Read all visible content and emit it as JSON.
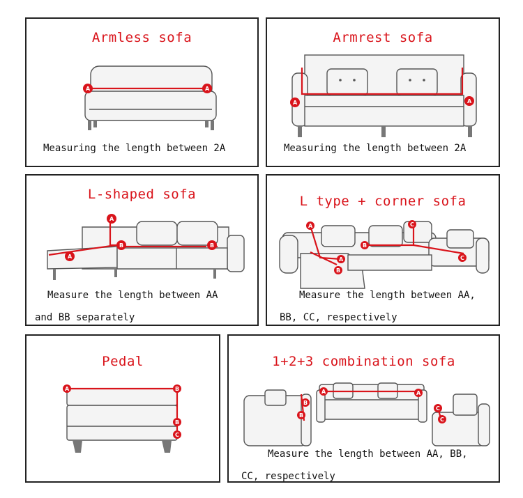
{
  "panels": {
    "armless": {
      "title": "Armless sofa",
      "caption": "Measuring the length between 2A",
      "markers": [
        "A",
        "A"
      ]
    },
    "armrest": {
      "title": "Armrest sofa",
      "caption": "Measuring the length between 2A",
      "markers": [
        "A",
        "A"
      ]
    },
    "lshaped": {
      "title": "L-shaped sofa",
      "caption_line1": "Measure the length between AA",
      "caption_line2": "and BB separately",
      "markers": [
        "A",
        "A",
        "B",
        "B"
      ]
    },
    "ltype": {
      "title": "L type + corner sofa",
      "caption_line1": "Measure the length between AA,",
      "caption_line2": "BB, CC, respectively",
      "markers": [
        "A",
        "A",
        "B",
        "B",
        "C",
        "C"
      ]
    },
    "pedal": {
      "title": "Pedal",
      "markers": [
        "A",
        "B",
        "B",
        "C"
      ]
    },
    "combo": {
      "title": "1+2+3 combination sofa",
      "caption_line1": "Measure the length between AA, BB,",
      "caption_line2": "CC, respectively",
      "markers": [
        "A",
        "A",
        "B",
        "B",
        "C",
        "C"
      ]
    }
  },
  "colors": {
    "accent_red": "#d9141b",
    "border": "#222222",
    "sketch": "#555555"
  }
}
